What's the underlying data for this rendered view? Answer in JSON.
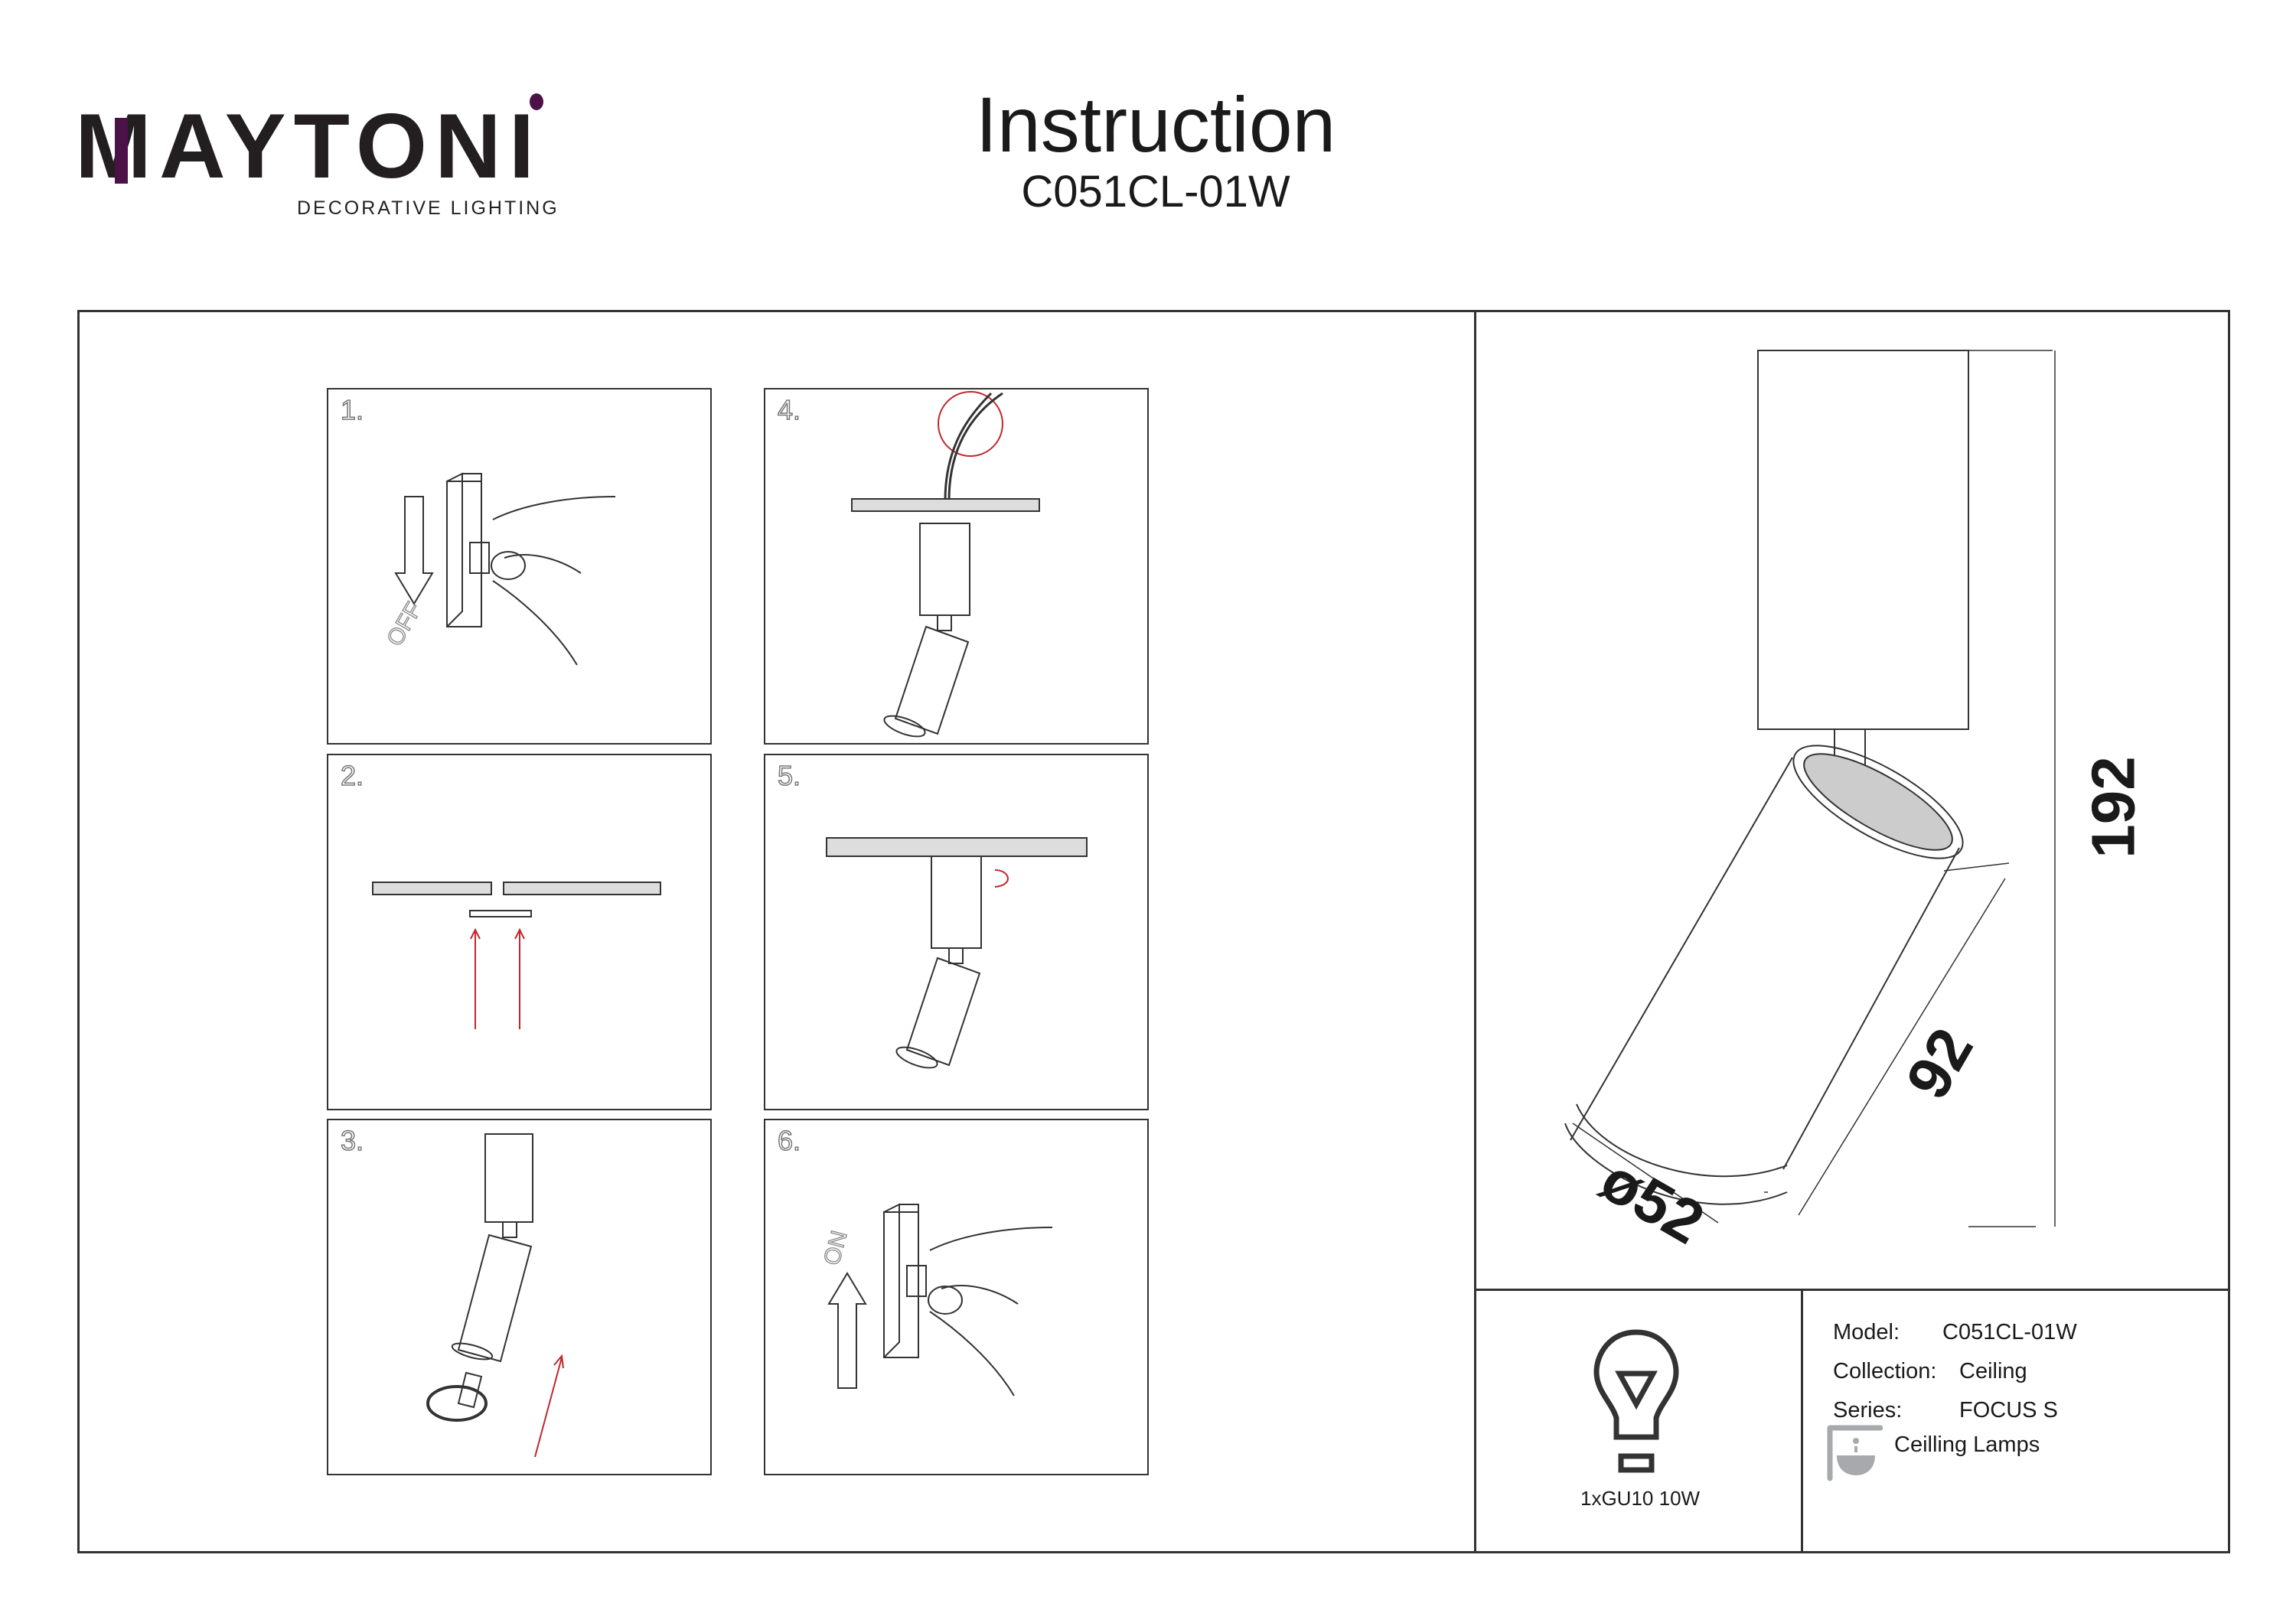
{
  "brand": {
    "name": "MAYTONI",
    "tagline": "DECORATIVE LIGHTING",
    "accent": "#4b1248"
  },
  "header": {
    "title": "Instruction",
    "model": "C051CL-01W"
  },
  "steps": [
    {
      "num": "1.",
      "label": "OFF"
    },
    {
      "num": "2."
    },
    {
      "num": "3."
    },
    {
      "num": "4."
    },
    {
      "num": "5."
    },
    {
      "num": "6.",
      "label": "ON"
    }
  ],
  "dimensions": {
    "height": "192",
    "length": "92",
    "diameter": "ø52"
  },
  "bulb": {
    "label": "1xGU10 10W"
  },
  "specs": {
    "model_label": "Model:",
    "model_value": "C051CL-01W",
    "collection_label": "Collection:",
    "collection_value": "Ceiling",
    "series_label": "Series:",
    "series_value": "FOCUS S",
    "category": "Ceilling Lamps"
  },
  "colors": {
    "arrow": "#c0282e",
    "icon_gray": "#a7a9ac"
  }
}
